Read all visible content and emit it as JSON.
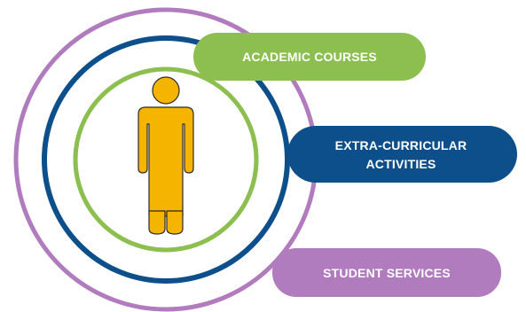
{
  "labels": {
    "academic": "ACADEMIC COURSES",
    "extracurricular_line1": "EXTRA-CURRICULAR",
    "extracurricular_line2": "ACTIVITIES",
    "services": "STUDENT SERVICES"
  },
  "colors": {
    "green": "#8cbf4f",
    "navy": "#0d4f8b",
    "purple": "#b07cbd",
    "person_fill": "#f5b400",
    "person_stroke": "#2b2b2b"
  },
  "icons": {
    "center": "person-icon"
  }
}
